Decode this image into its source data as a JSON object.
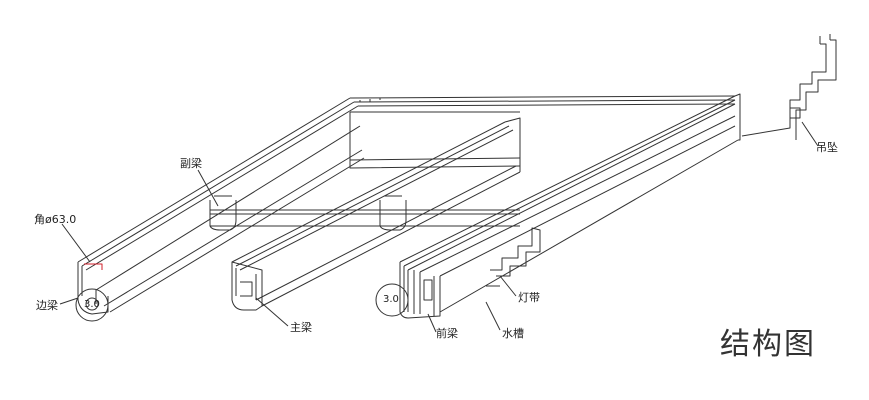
{
  "title": "结构图",
  "labels": {
    "secondary_beam": "副梁",
    "angle_spec": "角ø63.0",
    "side_beam": "边梁",
    "main_beam": "主梁",
    "front_beam": "前梁",
    "water_trough": "水槽",
    "light_strip": "灯带",
    "bottom_detail": "吊坠"
  },
  "detail_marks": {
    "left": "3.0",
    "right": "3.0"
  },
  "colors": {
    "line": "#333333",
    "accent": "#d21f2a"
  }
}
